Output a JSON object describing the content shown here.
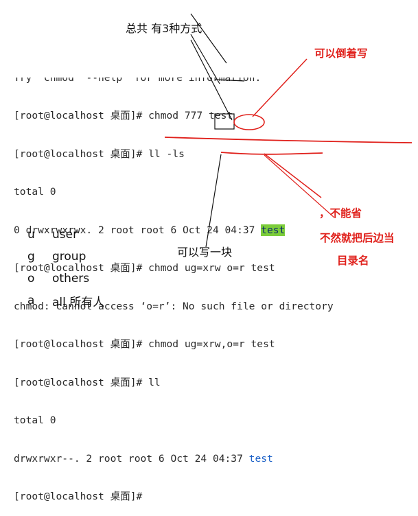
{
  "annotations": {
    "top_title": "总共 有3种方式",
    "red_top_right": "可以倒着写",
    "middle_bottom": "可以写一块",
    "red_bottom_1": "，不能省",
    "red_bottom_2": "不然就把后边当",
    "red_bottom_3": "目录名"
  },
  "terminal": {
    "cut_line": "Try  chmod  --help  for more information.",
    "lines": [
      {
        "prompt": "[root@localhost 桌面]# ",
        "text": "chmod 777 test"
      },
      {
        "prompt": "[root@localhost 桌面]# ",
        "text": "ll -ls"
      },
      {
        "prompt": "",
        "text": "total 0"
      },
      {
        "prompt": "",
        "text": "0 drwxrwxrwx. 2 root root 6 Oct 24 04:37 ",
        "highlight": "test"
      },
      {
        "prompt": "[root@localhost 桌面]# ",
        "text": "chmod ug=xrw o=r test"
      },
      {
        "prompt": "",
        "text": "chmod: cannot access ‘o=r’: No such file or directory"
      },
      {
        "prompt": "[root@localhost 桌面]# ",
        "text": "chmod ug=xrw,o=r test"
      },
      {
        "prompt": "[root@localhost 桌面]# ",
        "text": "ll"
      },
      {
        "prompt": "",
        "text": "total 0"
      },
      {
        "prompt": "",
        "text": "drwxrwxr--. 2 root root 6 Oct 24 04:37 ",
        "blue": "test"
      },
      {
        "prompt": "[root@localhost 桌面]# ",
        "text": ""
      }
    ]
  },
  "legend": [
    {
      "key": "u",
      "value": "user"
    },
    {
      "key": "g",
      "value": "group"
    },
    {
      "key": "o",
      "value": "others"
    },
    {
      "key": "a",
      "value": "all   所有人"
    }
  ]
}
